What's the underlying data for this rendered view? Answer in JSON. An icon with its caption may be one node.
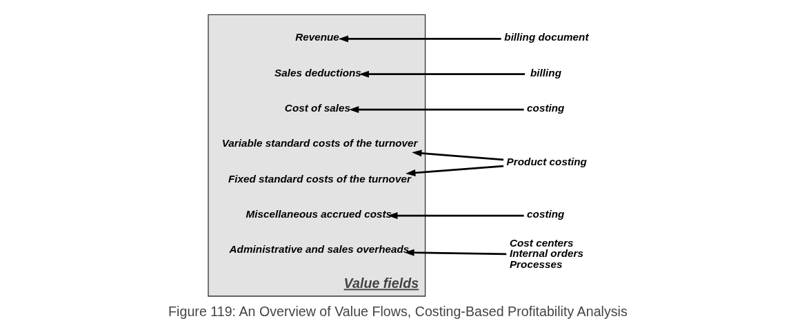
{
  "diagram": {
    "caption": "Figure 119: An Overview of Value Flows, Costing-Based Profitability Analysis",
    "nodes": [
      {
        "text": [
          "Value fields"
        ]
      },
      {
        "text": [
          "Revenue"
        ],
        "in": 0
      },
      {
        "text": [
          "Sales deductions"
        ],
        "in": 0
      },
      {
        "text": [
          "Cost of sales"
        ],
        "in": 0
      },
      {
        "text": [
          "Variable standard costs of the turnover"
        ],
        "in": 0
      },
      {
        "text": [
          "Fixed standard costs of the turnover"
        ],
        "in": 0
      },
      {
        "text": [
          "Miscellaneous accrued costs"
        ],
        "in": 0
      },
      {
        "text": [
          "Administrative and sales overheads"
        ],
        "in": 0
      },
      {
        "text": [
          "billing document"
        ]
      },
      {
        "text": [
          "billing"
        ]
      },
      {
        "text": [
          "costing"
        ]
      },
      {
        "text": [
          "Product costing"
        ]
      },
      {
        "text": [
          "costing"
        ]
      },
      {
        "text": [
          "Cost centers",
          "Internal orders",
          "Processes"
        ]
      }
    ],
    "edges": [
      {
        "from": 8,
        "to": 1,
        "arrow": "to"
      },
      {
        "from": 9,
        "to": 2,
        "arrow": "to"
      },
      {
        "from": 10,
        "to": 3,
        "arrow": "to"
      },
      {
        "from": 11,
        "to": 4,
        "arrow": "to"
      },
      {
        "from": 11,
        "to": 5,
        "arrow": "to"
      },
      {
        "from": 12,
        "to": 6,
        "arrow": "to"
      },
      {
        "from": 13,
        "to": 7,
        "arrow": "to"
      }
    ]
  }
}
